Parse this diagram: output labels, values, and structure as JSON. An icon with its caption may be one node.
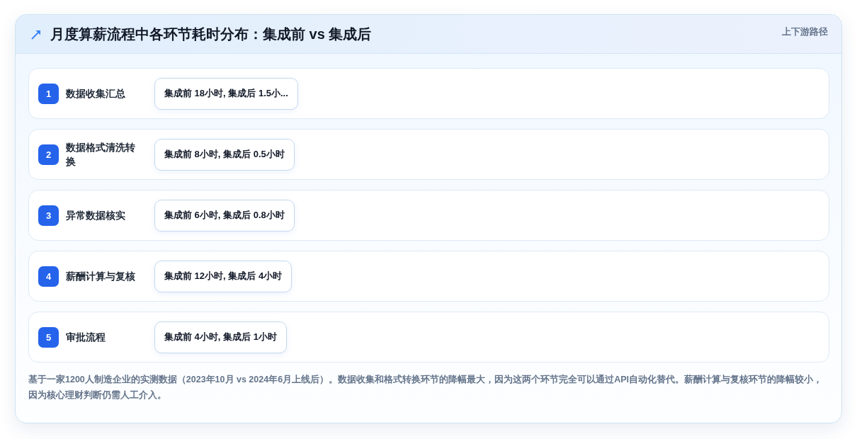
{
  "diagram": {
    "title": "月度算薪流程中各环节耗时分布：集成前 vs 集成后",
    "caption": "基于一家1200人制造企业的实测数据（2023年10月 vs 2024年6月上线后）。数据收集和格式转换环节的降幅最大，因为这两个环节完全可以通过API自动化替代。薪酬计算与复核环节的降幅较小，因为核心理财判断仍需人工介入。",
    "labels": [
      "上下游路径"
    ],
    "nodes": [
      {
        "text": [
          "数据收集汇总"
        ]
      },
      {
        "text": [
          "1"
        ],
        "in": 0
      },
      {
        "text": [
          "集成前 18小时, 集成后 1.5小..."
        ],
        "in": 0
      },
      {
        "text": [
          "数据格式清洗转换"
        ]
      },
      {
        "text": [
          "2"
        ],
        "in": 3
      },
      {
        "text": [
          "集成前 8小时, 集成后 0.5小时"
        ],
        "in": 3
      },
      {
        "text": [
          "异常数据核实"
        ]
      },
      {
        "text": [
          "3"
        ],
        "in": 6
      },
      {
        "text": [
          "集成前 6小时, 集成后 0.8小时"
        ],
        "in": 6
      },
      {
        "text": [
          "薪酬计算与复核"
        ]
      },
      {
        "text": [
          "4"
        ],
        "in": 9
      },
      {
        "text": [
          "集成前 12小时, 集成后 4小时"
        ],
        "in": 9
      },
      {
        "text": [
          "审批流程"
        ]
      },
      {
        "text": [
          "5"
        ],
        "in": 12
      },
      {
        "text": [
          "集成前 4小时, 集成后 1小时"
        ],
        "in": 12
      }
    ]
  }
}
